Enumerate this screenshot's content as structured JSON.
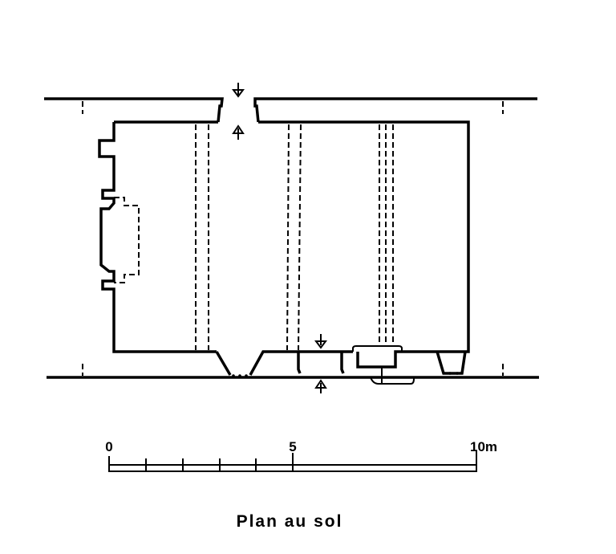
{
  "scale_bar": {
    "labels": [
      "0",
      "5",
      "10m"
    ],
    "unit": "m",
    "max": 10
  },
  "title": "Plan au sol"
}
